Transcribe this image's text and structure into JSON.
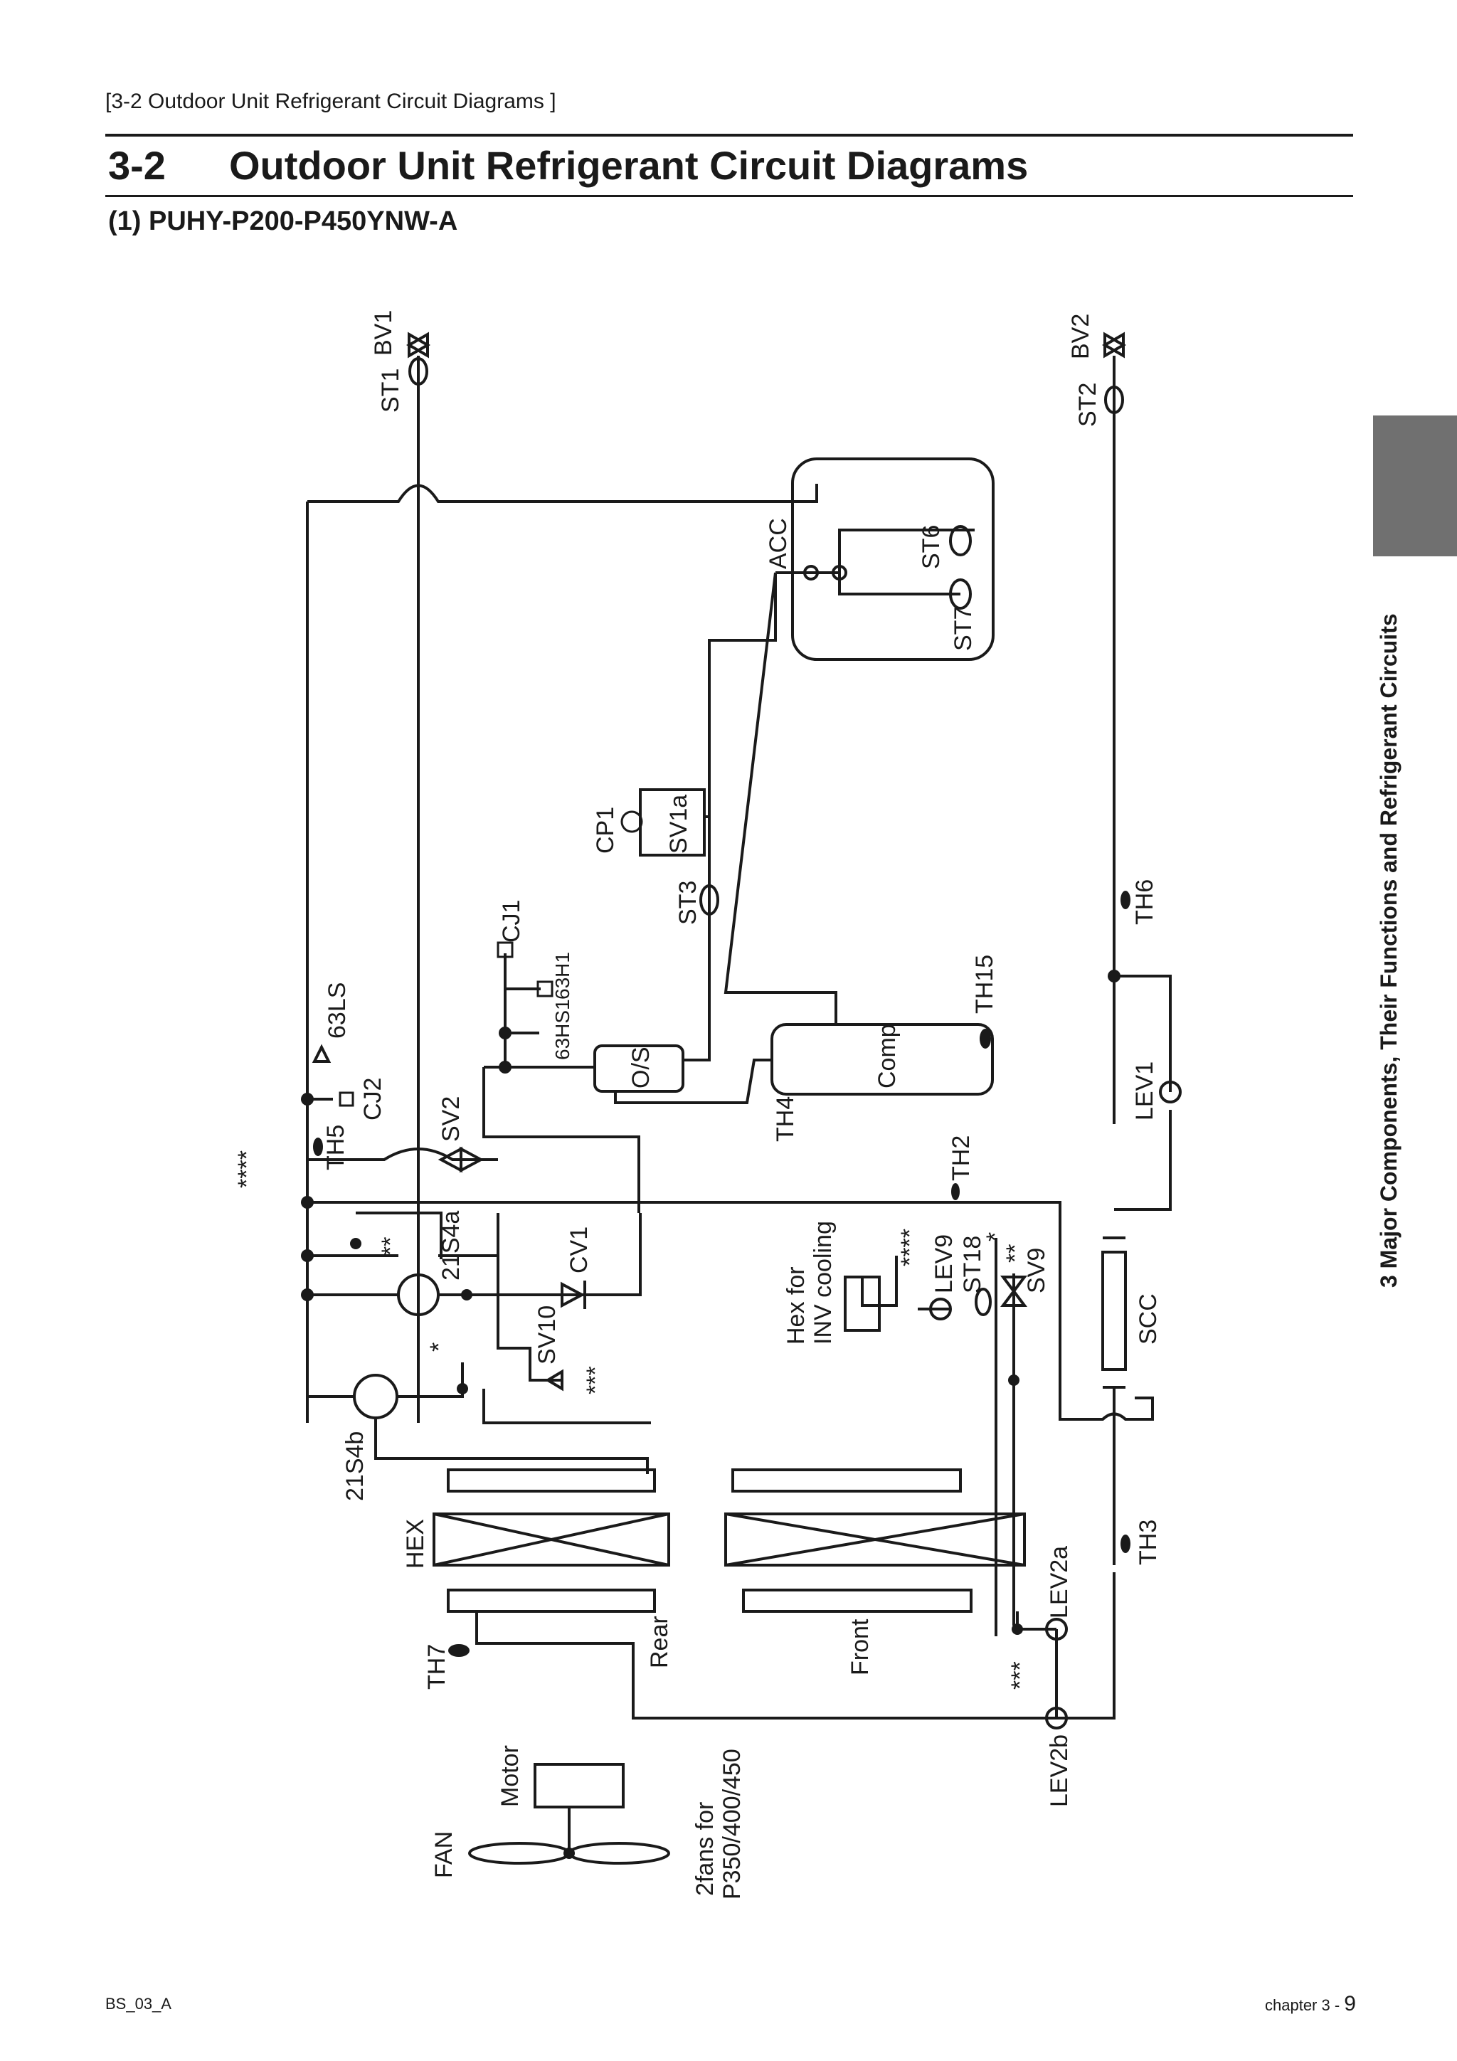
{
  "header": {
    "running": "[3-2 Outdoor Unit Refrigerant Circuit Diagrams ]",
    "section_number": "3-2",
    "section_title": "Outdoor Unit Refrigerant Circuit Diagrams",
    "model": "(1) PUHY-P200-P450YNW-A"
  },
  "side_tab": {
    "label": "3 Major Components, Their Functions and Refrigerant Circuits"
  },
  "footer": {
    "doc_code": "BS_03_A",
    "chapter": "chapter 3 - ",
    "page": "9"
  },
  "diagram": {
    "labels": {
      "bv1": "BV1",
      "st1": "ST1",
      "bv2": "BV2",
      "st2": "ST2",
      "acc": "ACC",
      "st6": "ST6",
      "st7": "ST7",
      "cp1": "CP1",
      "sv1a": "SV1a",
      "st3": "ST3",
      "cj1": "CJ1",
      "h63h1": "63H1",
      "h63hs1": "63HS1",
      "os": "O/S",
      "comp": "Comp",
      "th15": "TH15",
      "th4": "TH4",
      "ls63": "63LS",
      "cj2": "CJ2",
      "th5": "TH5",
      "sv2": "SV2",
      "s21s4a": "21S4a",
      "cv1": "CV1",
      "sv10": "SV10",
      "s21s4b": "21S4b",
      "th2": "TH2",
      "hex_inv_1": "Hex for",
      "hex_inv_2": "INV cooling",
      "lev9": "LEV9",
      "st18": "ST18",
      "sv9": "SV9",
      "th6": "TH6",
      "lev1": "LEV1",
      "scc": "SCC",
      "th3": "TH3",
      "hex": "HEX",
      "th7": "TH7",
      "rear": "Rear",
      "front": "Front",
      "lev2a": "LEV2a",
      "lev2b": "LEV2b",
      "motor": "Motor",
      "fan": "FAN",
      "fans_1": "2fans for",
      "fans_2": "P350/400/450",
      "star1a": "*",
      "star1b": "*",
      "star2a": "**",
      "star2b": "**",
      "star3a": "***",
      "star3b": "***",
      "star4a": "****",
      "star4b": "****"
    }
  }
}
